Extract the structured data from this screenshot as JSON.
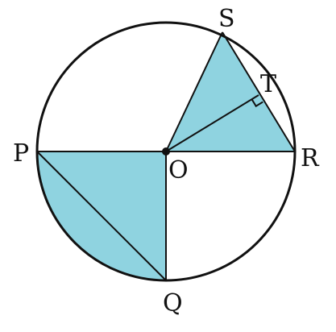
{
  "figure": {
    "labels": {
      "S": "S",
      "T": "T",
      "P": "P",
      "O": "O",
      "R": "R",
      "Q": "Q"
    },
    "colors": {
      "fill": "#8fd3e0",
      "stroke": "#111111",
      "background": "#ffffff"
    },
    "right_angle_at": "T"
  }
}
